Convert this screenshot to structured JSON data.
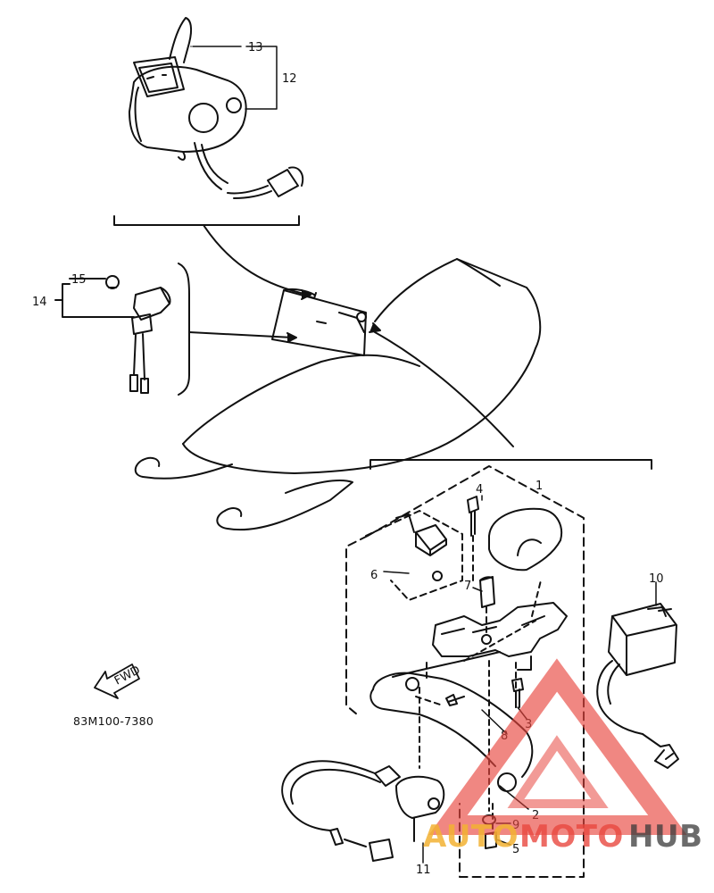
{
  "callouts": {
    "c1": "1",
    "c2": "2",
    "c3": "3",
    "c4": "4",
    "c5": "5",
    "c6": "6",
    "c7": "7",
    "c8": "8",
    "c9": "9",
    "c10": "10",
    "c11": "11",
    "c12": "12",
    "c13": "13",
    "c14": "14",
    "c15": "15"
  },
  "fwd_label": "FWD",
  "diagram_code": "83M100-7380",
  "watermark": {
    "part1": "AUTO",
    "part2": "MOTO",
    "part3": "HUB",
    "color_red": "#e8473f",
    "color_gold": "#f2b233",
    "color_dark": "#3a3a3a"
  },
  "colors": {
    "ink": "#111111",
    "paper": "#ffffff"
  }
}
